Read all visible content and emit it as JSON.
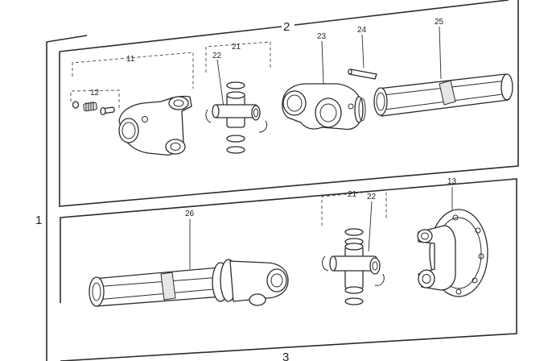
{
  "callouts": {
    "assembly_1": "1",
    "assembly_2": "2",
    "assembly_3": "3",
    "upper_yoke_group": "11",
    "bolt_group": "12",
    "flange_yoke": "13",
    "cross_kit_upper": "21",
    "cross_upper": "22",
    "cross_kit_lower": "21",
    "cross_lower": "22",
    "inner_yoke": "23",
    "spring_pin": "24",
    "outer_tube": "25",
    "inner_tube": "26"
  },
  "colors": {
    "line": "#2b2b2b",
    "paper": "#ffffff",
    "shade": "#e6e6e6"
  }
}
